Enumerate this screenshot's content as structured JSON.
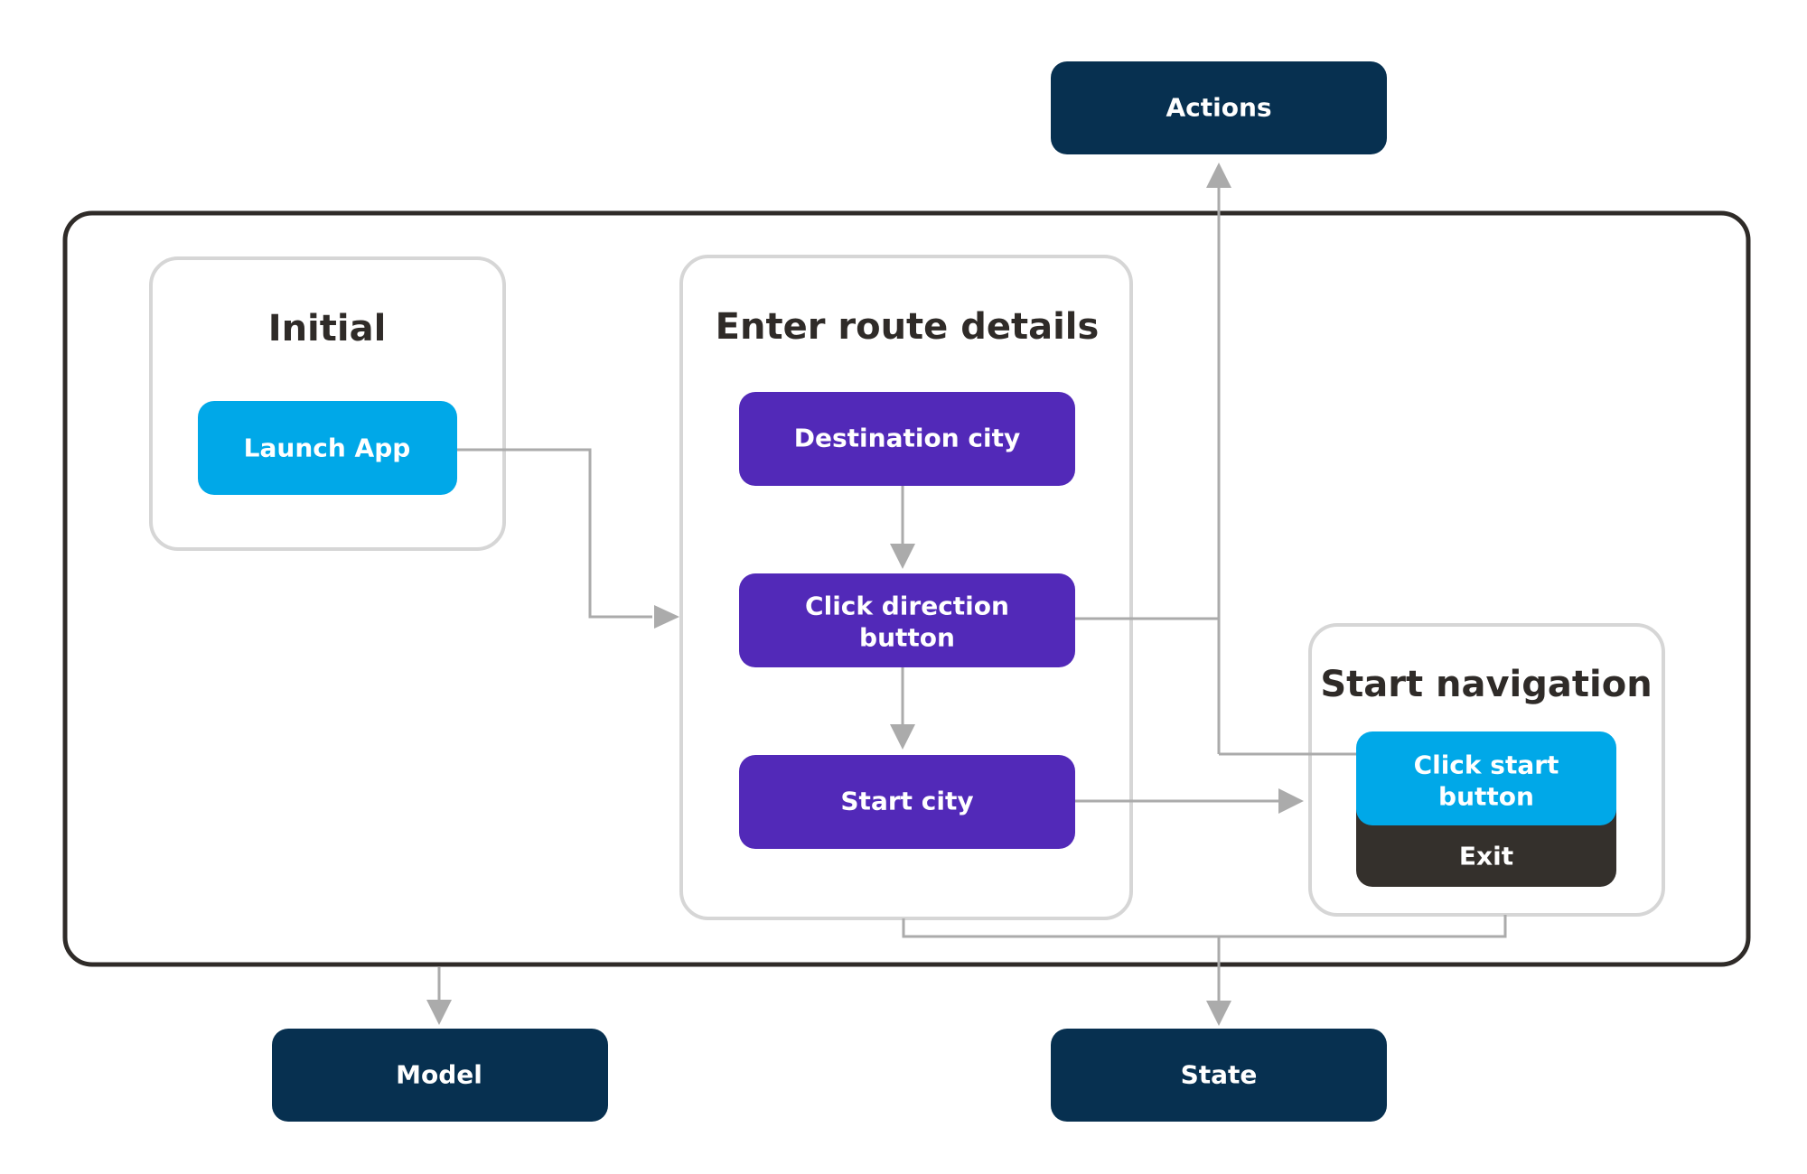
{
  "diagram": {
    "external": {
      "actions": "Actions",
      "model": "Model",
      "state": "State"
    },
    "groups": {
      "initial": {
        "title": "Initial",
        "launch_app": "Launch App"
      },
      "enter_route": {
        "title": "Enter route details",
        "destination_city": "Destination city",
        "click_direction_line1": "Click direction",
        "click_direction_line2": "button",
        "start_city": "Start city"
      },
      "start_navigation": {
        "title": "Start navigation",
        "click_start_line1": "Click start",
        "click_start_line2": "button",
        "exit": "Exit"
      }
    },
    "colors": {
      "navy": "#073050",
      "cyan": "#00a8e8",
      "purple": "#5229b8",
      "dark": "#34302c",
      "group_border": "#d6d6d6",
      "frame_border": "#2f2b28",
      "connector": "#ababab",
      "title_text": "#2f2b28",
      "node_text": "#ffffff"
    }
  }
}
